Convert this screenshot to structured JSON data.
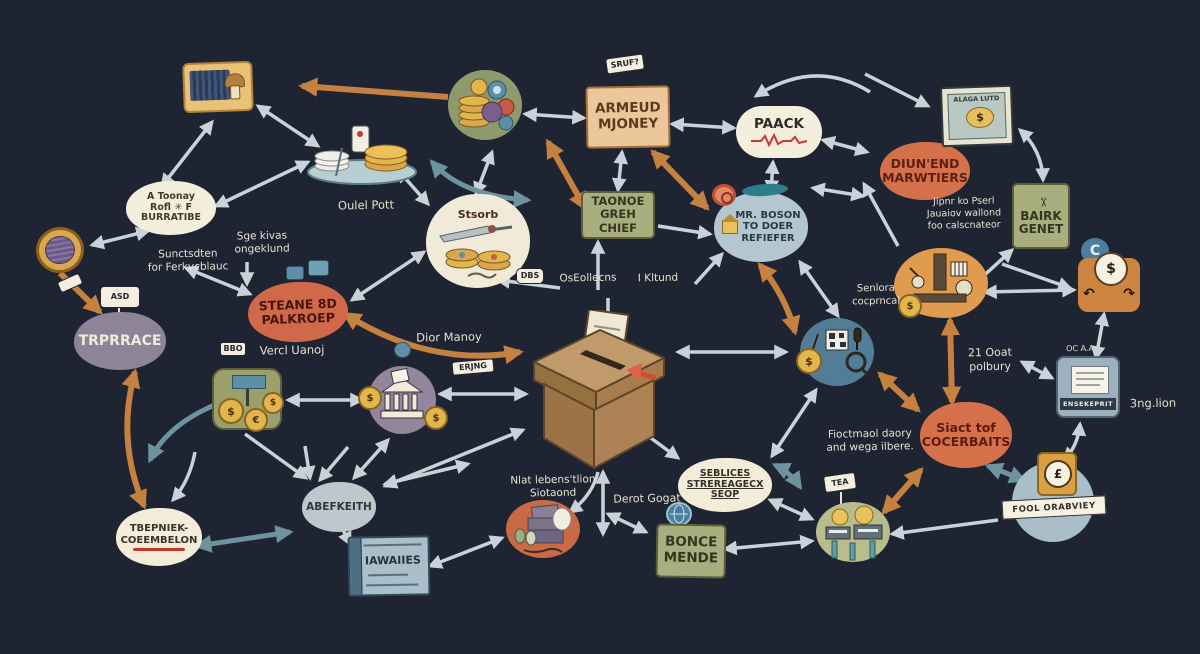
{
  "canvas": {
    "background": "#1f2432"
  },
  "palette": {
    "arrow_light": "#c9d2d8",
    "arrow_teal": "#6d939e",
    "arrow_orange": "#c5813f",
    "orange_node": "#d0694a",
    "olive_node": "#a9ae7f",
    "cream_node": "#f2ecd9",
    "tan_node": "#ecc79b",
    "purple_node": "#8e8497",
    "blue_node": "#b4c7d0",
    "ink": "#e7e1cf"
  },
  "icons": {
    "scissors": "✂",
    "refresh": "⟳",
    "star": "✳",
    "curl_left": "↶",
    "curl_right": "↷"
  },
  "symbols": {
    "dollar": "$",
    "euro": "€",
    "pound": "£"
  },
  "nodes": {
    "burratibe": {
      "label": "A Toonay\nRofl ✳ F\nBURRATIBE"
    },
    "trprrace": {
      "label": "TRPRRACE"
    },
    "steane": {
      "label": "STEANE 8D\nPALKROEP"
    },
    "stsorb": {
      "label": "Stsorb"
    },
    "armeud": {
      "label": "ARMEUD\nMJONEY"
    },
    "paack": {
      "label": "PAACK"
    },
    "taonoe": {
      "label": "TAONOE\nGREH CHIEF"
    },
    "mr_boson": {
      "label": "MR. BOSON\nTO DOER\nREFIEFER"
    },
    "diunend": {
      "label": "DIUN'END\nMARWTIERS"
    },
    "banknote": {
      "label": "ALAGA LUTD"
    },
    "bairk": {
      "label": "BAIRK\nGENET"
    },
    "c_badge": {
      "label": "C"
    },
    "ensekeprit": {
      "label": "ENSEKEPRIT"
    },
    "cocerbaits": {
      "label": "Siact tof\nCOCERBAITS"
    },
    "tbepniek": {
      "label": "TBEPNIEK-\nCOEEMBELON"
    },
    "abefkeith": {
      "label": "ABEFKEITH"
    },
    "iawaiies": {
      "label": "IAWAIIES"
    },
    "seblices": {
      "label": "SEBLICES\nSTREREAGECX\nSEOP"
    },
    "bonce": {
      "label": "BONCE\nMENDE"
    },
    "fool": {
      "label": "FOOL ORABVIEY"
    }
  },
  "tags": {
    "sruf": "SRUF?",
    "asd": "ASD",
    "bbo": "BBO",
    "erjng": "ERJNG",
    "dbs": "DBS",
    "tea": "TEA"
  },
  "annotations": {
    "sunctsdten": "Sunctsdten\nfor Ferkvcblauc",
    "sge": "Sge kivas\nongeklund",
    "oulel": "Oulel Pott",
    "dior": "Dior Manoy",
    "vercl": "Vercl Uanoj",
    "oseollecns": "OsEollecns",
    "kltund": "I Kltund",
    "senlora": "Senlora\ncocprncal",
    "jipnr": "Jipnr ko Pserl\nJauaiov wallond\nfoo calscnateor",
    "polbury": "21 Ooat\npolbury",
    "fioctmaol": "Fioctmaol daory\nand wega ilbere.",
    "nlat": "Nlat lebens'tlion\nSiotaond",
    "derot": "Derot Gogat",
    "anglion": "3ng.lion",
    "ocaa": "OC A.A"
  }
}
